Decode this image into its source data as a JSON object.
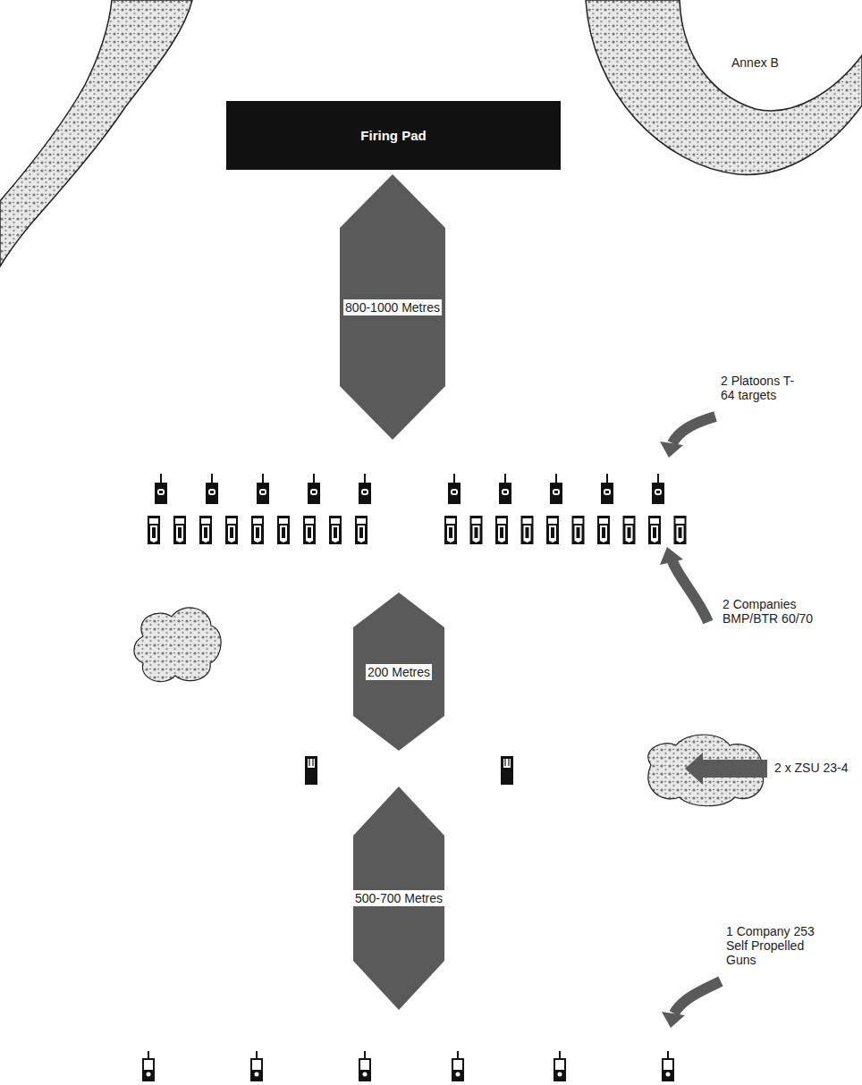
{
  "diagram": {
    "nodes": [
      {
        "text": [
          "Firing Pad"
        ]
      },
      {
        "text": [
          "800-1000 Metres"
        ]
      },
      {
        "text": [
          "200 Metres"
        ]
      },
      {
        "text": [
          "500-700 Metres"
        ]
      }
    ],
    "labels": [
      "Annex B",
      "2 Platoons T-64 targets",
      "2 Companies BMP/BTR 60/70",
      "2 x ZSU 23-4",
      "1 Company 253 Self Propelled Guns"
    ]
  }
}
